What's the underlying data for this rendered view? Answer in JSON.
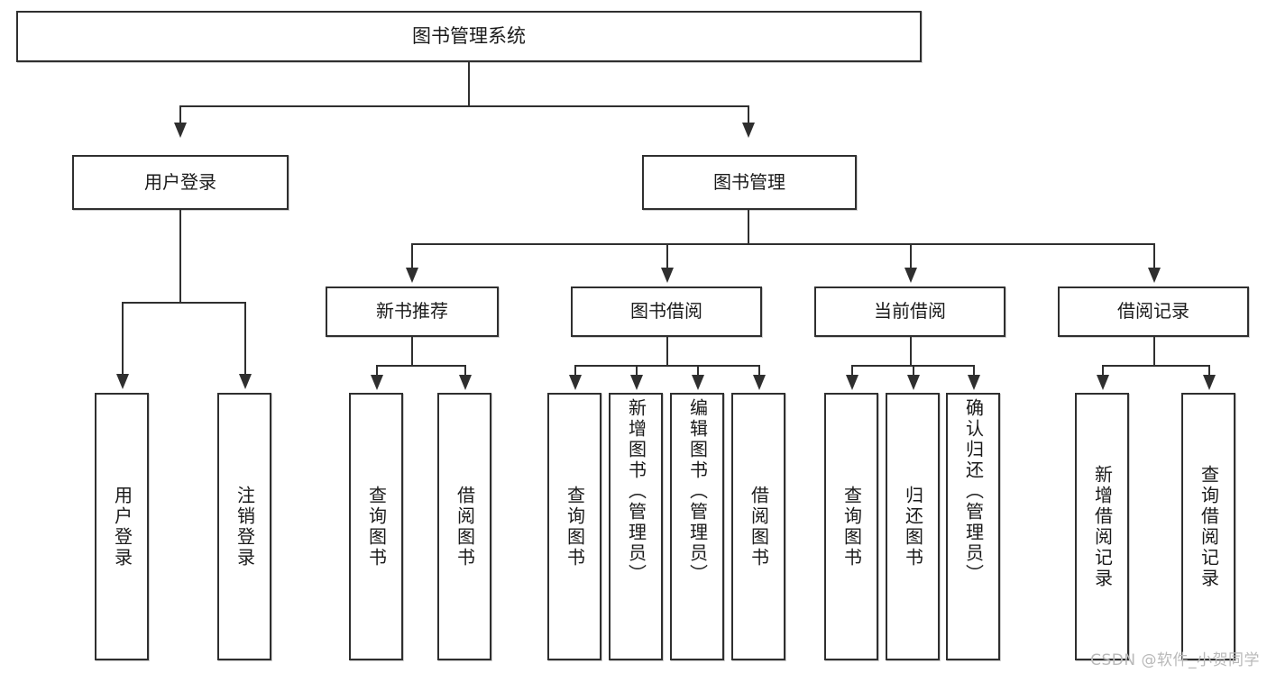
{
  "diagram": {
    "title": "图书管理系统",
    "type": "功能结构图",
    "root": {
      "label": "图书管理系统"
    },
    "level1": [
      {
        "id": "user-login",
        "label": "用户登录"
      },
      {
        "id": "book-manage",
        "label": "图书管理"
      }
    ],
    "level2": [
      {
        "id": "new-book-recommend",
        "label": "新书推荐"
      },
      {
        "id": "book-borrow",
        "label": "图书借阅"
      },
      {
        "id": "current-borrow",
        "label": "当前借阅"
      },
      {
        "id": "borrow-record",
        "label": "借阅记录"
      }
    ],
    "leaves": [
      {
        "id": "leaf-user-login",
        "label": "用户登录",
        "parent": "user-login"
      },
      {
        "id": "leaf-logout-login",
        "label": "注销登录",
        "parent": "user-login"
      },
      {
        "id": "leaf-query-book-1",
        "label": "查询图书",
        "parent": "new-book-recommend"
      },
      {
        "id": "leaf-borrow-book-1",
        "label": "借阅图书",
        "parent": "new-book-recommend"
      },
      {
        "id": "leaf-query-book-2",
        "label": "查询图书",
        "parent": "book-borrow"
      },
      {
        "id": "leaf-add-book",
        "label": "新增图书（管理员）",
        "parent": "book-borrow"
      },
      {
        "id": "leaf-edit-book",
        "label": "编辑图书（管理员）",
        "parent": "book-borrow"
      },
      {
        "id": "leaf-borrow-book-2",
        "label": "借阅图书",
        "parent": "book-borrow"
      },
      {
        "id": "leaf-query-book-3",
        "label": "查询图书",
        "parent": "current-borrow"
      },
      {
        "id": "leaf-return-book",
        "label": "归还图书",
        "parent": "current-borrow"
      },
      {
        "id": "leaf-confirm-return",
        "label": "确认归还（管理员）",
        "parent": "current-borrow"
      },
      {
        "id": "leaf-add-record",
        "label": "新增借阅记录",
        "parent": "borrow-record"
      },
      {
        "id": "leaf-query-record",
        "label": "查询借阅记录",
        "parent": "borrow-record"
      }
    ]
  },
  "watermark": {
    "text": "CSDN @软件_小贺同学"
  },
  "colors": {
    "border": "#2f2f2f",
    "text": "#1a1a1a",
    "background": "#ffffff",
    "watermark": "#b9b9b9"
  }
}
